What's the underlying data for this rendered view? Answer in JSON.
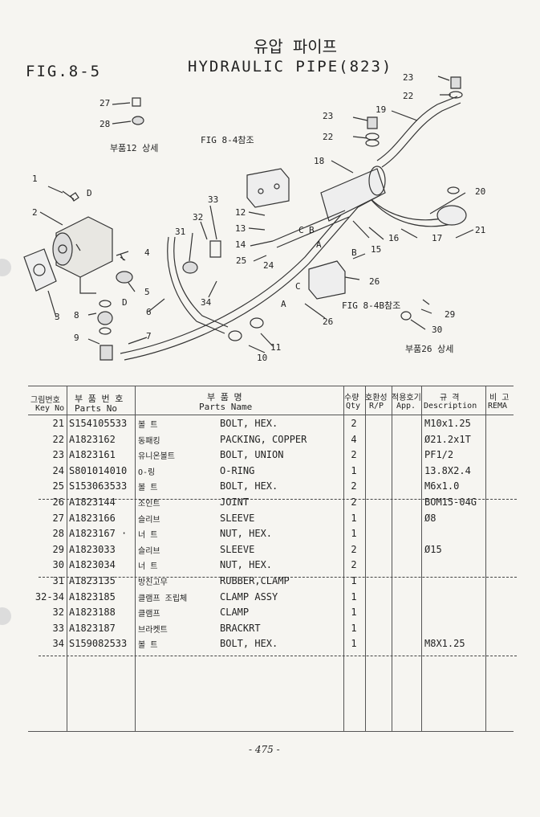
{
  "header": {
    "figure": "FIG.8-5",
    "title_ko": "유압 파이프",
    "title_en": "HYDRAULIC PIPE(823)"
  },
  "diagram": {
    "callouts": [
      "1",
      "2",
      "3",
      "4",
      "5",
      "6",
      "7",
      "8",
      "9",
      "10",
      "11",
      "12",
      "13",
      "14",
      "15",
      "16",
      "17",
      "18",
      "19",
      "20",
      "21",
      "22",
      "23",
      "24",
      "25",
      "26",
      "27",
      "28",
      "29",
      "30",
      "31",
      "32",
      "33",
      "34",
      "A",
      "B",
      "C",
      "D"
    ],
    "notes": {
      "fig84": "FIG 8-4참조",
      "fig84b": "FIG 8-4B참조",
      "detail12": "부품12 상세",
      "detail26": "부품26 상세"
    }
  },
  "table": {
    "headers": {
      "key_ko": "그림번호",
      "key_en": "Key No",
      "part_ko": "부 품 번 호",
      "part_en": "Parts No",
      "name_ko": "부 품 명",
      "name_en": "Parts Name",
      "qty_ko": "수량",
      "qty_en": "Qty",
      "rp_ko": "호환성",
      "rp_en": "R/P",
      "app_ko": "적용호기",
      "app_en": "App.",
      "desc_ko": "규 격",
      "desc_en": "Description",
      "rem_ko": "비 고",
      "rem_en": "REMA"
    },
    "rows": [
      {
        "key": "21",
        "part": "S154105533",
        "ko": "볼 트",
        "name": "BOLT, HEX.",
        "qty": "2",
        "desc": "M10x1.25"
      },
      {
        "key": "22",
        "part": "A1823162",
        "ko": "동패킹",
        "name": "PACKING, COPPER",
        "qty": "4",
        "desc": "Ø21.2x1T"
      },
      {
        "key": "23",
        "part": "A1823161",
        "ko": "유니온볼트",
        "name": "BOLT, UNION",
        "qty": "2",
        "desc": "PF1/2"
      },
      {
        "key": "24",
        "part": "S801014010",
        "ko": "O-링",
        "name": "O-RING",
        "qty": "1",
        "desc": "13.8X2.4"
      },
      {
        "key": "25",
        "part": "S153063533",
        "ko": "볼 트",
        "name": "BOLT, HEX.",
        "qty": "2",
        "desc": "M6x1.0"
      },
      {
        "key": "26",
        "part": "A1823144",
        "ko": "조인트",
        "name": "JOINT",
        "qty": "2",
        "desc": "BOM15-04G"
      },
      {
        "key": "27",
        "part": "A1823166",
        "ko": "슬리브",
        "name": "SLEEVE",
        "qty": "1",
        "desc": "Ø8"
      },
      {
        "key": "28",
        "part": "A1823167 ·",
        "ko": "너 트",
        "name": "NUT, HEX.",
        "qty": "1",
        "desc": ""
      },
      {
        "key": "29",
        "part": "A1823033",
        "ko": "슬리브",
        "name": "SLEEVE",
        "qty": "2",
        "desc": "Ø15"
      },
      {
        "key": "30",
        "part": "A1823034",
        "ko": "너 트",
        "name": "NUT, HEX.",
        "qty": "2",
        "desc": ""
      },
      {
        "key": "31",
        "part": "A1823135",
        "ko": "방진고무",
        "name": "RUBBER,CLAMP",
        "qty": "1",
        "desc": ""
      },
      {
        "key": "32-34",
        "part": "A1823185",
        "ko": "클램프 조립체",
        "name": "CLAMP ASSY",
        "qty": "1",
        "desc": ""
      },
      {
        "key": "32",
        "part": "A1823188",
        "ko": "클램프",
        "name": "CLAMP",
        "qty": "1",
        "desc": ""
      },
      {
        "key": "33",
        "part": "A1823187",
        "ko": "브라켓트",
        "name": "BRACKRT",
        "qty": "1",
        "desc": ""
      },
      {
        "key": "34",
        "part": "S159082533",
        "ko": "볼 트",
        "name": "BOLT, HEX.",
        "qty": "1",
        "desc": "M8X1.25"
      }
    ]
  },
  "footer": {
    "page": "- 475 -"
  }
}
